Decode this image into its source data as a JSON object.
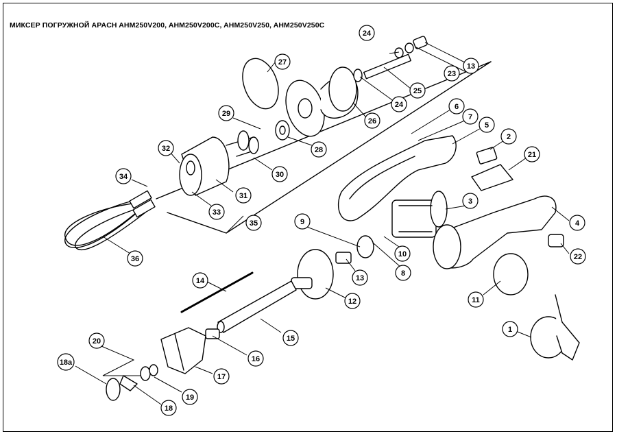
{
  "title": "МИКСЕР ПОГРУЖНОЙ APACH AHM250V200, AHM250V200C, AHM250V250, AHM250V250C",
  "callouts": [
    "1",
    "2",
    "3",
    "4",
    "5",
    "6",
    "7",
    "8",
    "9",
    "10",
    "11",
    "12",
    "13",
    "13",
    "14",
    "15",
    "16",
    "17",
    "18",
    "18a",
    "19",
    "20",
    "21",
    "22",
    "23",
    "24",
    "24",
    "25",
    "26",
    "27",
    "28",
    "29",
    "30",
    "31",
    "32",
    "33",
    "34",
    "35",
    "36"
  ],
  "colors": {
    "line": "#000000",
    "fill": "#ffffff",
    "shade": "#d8d8d8"
  }
}
